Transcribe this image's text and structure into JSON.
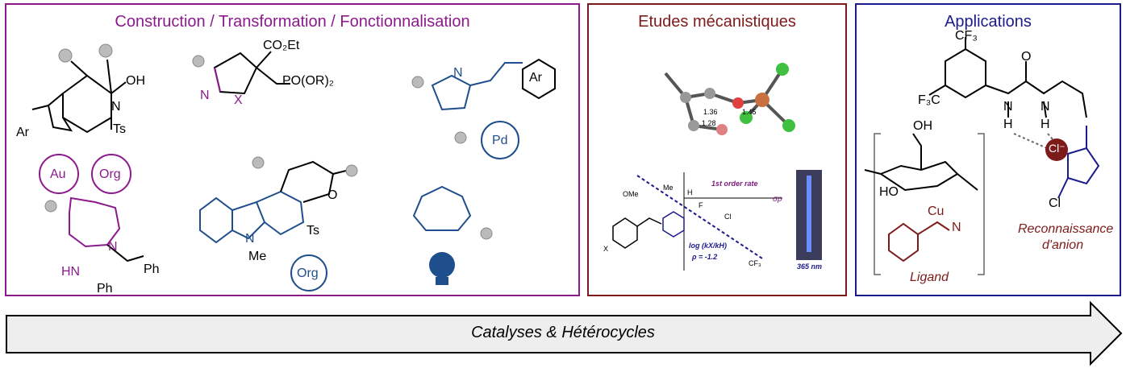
{
  "colors": {
    "purple": "#8c1a8c",
    "darkred": "#7d1a1a",
    "navy": "#1a1a8c",
    "blue": "#1f4e8c",
    "arrow_fill": "#eeeeee"
  },
  "panels": {
    "left": {
      "title": "Construction / Transformation / Fonctionnalisation",
      "labels": {
        "oh": "OH",
        "ar1": "Ar",
        "ts1": "Ts",
        "n1": "N",
        "co2et": "CO₂Et",
        "poor2": "PO(OR)₂",
        "x": "X",
        "n_ring": "N",
        "triazole_n": "N",
        "ar2": "Ar",
        "au": "Au",
        "org1": "Org",
        "pd": "Pd",
        "hn": "HN",
        "ph1": "Ph",
        "ph2": "Ph",
        "n_hex": "N",
        "o_pyran": "O",
        "ts2": "Ts",
        "me": "Me",
        "org2": "Org",
        "n_indole": "N"
      }
    },
    "middle": {
      "title": "Etudes mécanistiques",
      "labels": {
        "b1": "1.36",
        "b2": "1.45",
        "b3": "1.28",
        "rate": "1st order rate",
        "sigma": "σp",
        "ome": "OMe",
        "me": "Me",
        "h": "H",
        "f": "F",
        "cl": "Cl",
        "cf3": "CF₃",
        "x": "X",
        "eq": "log (kX/kH)",
        "rho": "ρ = -1.2",
        "nm": "365 nm"
      }
    },
    "right": {
      "title": "Applications",
      "labels": {
        "cf3_top": "CF₃",
        "f3c": "F₃C",
        "o": "O",
        "nh1": "N",
        "nh2": "N",
        "h1": "H",
        "h2": "H",
        "cl_ion": "Cl⁻",
        "cl": "Cl",
        "oh": "OH",
        "ho": "HO",
        "cu": "Cu",
        "n": "N",
        "ligand": "Ligand",
        "reco": "Reconnaissance",
        "anion": "d'anion"
      }
    }
  },
  "banner": {
    "label": "Catalyses & Hétérocycles"
  }
}
